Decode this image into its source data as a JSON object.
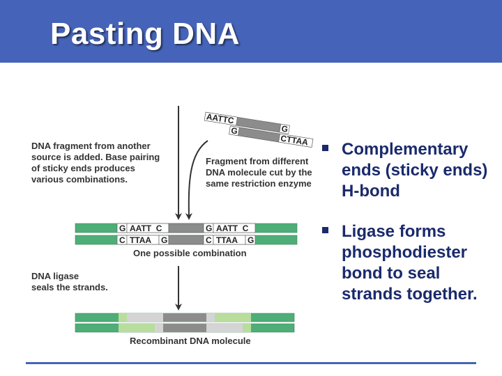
{
  "slide": {
    "title": "Pasting DNA",
    "bullets": [
      {
        "text": "Complementary ends (sticky ends) H-bond"
      },
      {
        "text": "Ligase forms phosphodiester bond to seal strands together."
      }
    ]
  },
  "diagram": {
    "captions": {
      "fragment_added": [
        "DNA fragment from another",
        "source is added. Base pairing",
        "of sticky ends produces",
        "various combinations."
      ],
      "fragment_source": [
        "Fragment from different",
        "DNA molecule cut by the",
        "same restriction enzyme"
      ],
      "combination": "One possible combination",
      "ligase": [
        "DNA ligase",
        "seals the strands."
      ],
      "recombinant": "Recombinant DNA molecule"
    },
    "fragment_top_left": "AATTC",
    "fragment_top_right": "G",
    "fragment_bottom_left": "G",
    "fragment_bottom_right": "CTTAA",
    "combo_top": [
      "G",
      "AATT  C",
      "G",
      "AATT  C"
    ],
    "combo_bottom": [
      "C",
      "TTAA",
      "G",
      "C",
      "TTAA",
      "G"
    ]
  },
  "colors": {
    "header": "#4563b8",
    "green": "#4fae78",
    "gray": "#8c8c8c",
    "lightgreen": "#b9dd9d",
    "lightgray": "#d4d4d4"
  }
}
